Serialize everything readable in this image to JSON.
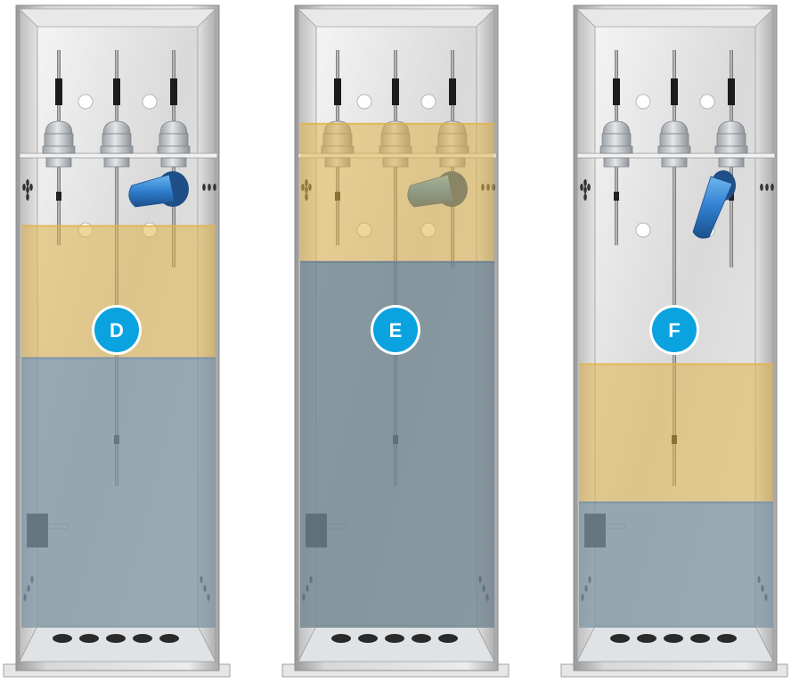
{
  "panels": [
    {
      "label": "D",
      "float_switch": "horizontal",
      "layers": [
        {
          "liquid": "oil",
          "color": "#e0b34a",
          "opacity": 0.55,
          "top_fraction": 0.33,
          "bottom_fraction": 0.55
        },
        {
          "liquid": "water",
          "color": "#7d94a3",
          "opacity": 0.75,
          "top_fraction": 0.55,
          "bottom_fraction": 1.0
        }
      ],
      "submerged_probes": [
        "probe-left",
        "probe-center",
        "probe-right"
      ]
    },
    {
      "label": "E",
      "float_switch": "horizontal",
      "layers": [
        {
          "liquid": "oil",
          "color": "#e0b34a",
          "opacity": 0.55,
          "top_fraction": 0.16,
          "bottom_fraction": 0.39
        },
        {
          "liquid": "water",
          "color": "#6f8590",
          "opacity": 0.8,
          "top_fraction": 0.39,
          "bottom_fraction": 1.0
        }
      ],
      "submerged_probes": [
        "probe-left",
        "probe-center",
        "probe-right"
      ]
    },
    {
      "label": "F",
      "float_switch": "tilted-down",
      "layers": [
        {
          "liquid": "oil",
          "color": "#e0b34a",
          "opacity": 0.55,
          "top_fraction": 0.56,
          "bottom_fraction": 0.79
        },
        {
          "liquid": "water",
          "color": "#7d94a3",
          "opacity": 0.75,
          "top_fraction": 0.79,
          "bottom_fraction": 1.0
        }
      ],
      "submerged_probes": [
        "probe-center"
      ]
    }
  ],
  "colors": {
    "badge": "#0aa3e0",
    "frame": "#c9c9c9",
    "wall": "#dcdcdc",
    "gland": "#c5c8cc",
    "float": "#2f7fcf"
  },
  "icons": [
    "cable-gland-icon",
    "float-switch-icon",
    "level-probe-icon",
    "junction-box-icon",
    "drain-hole-icon"
  ]
}
